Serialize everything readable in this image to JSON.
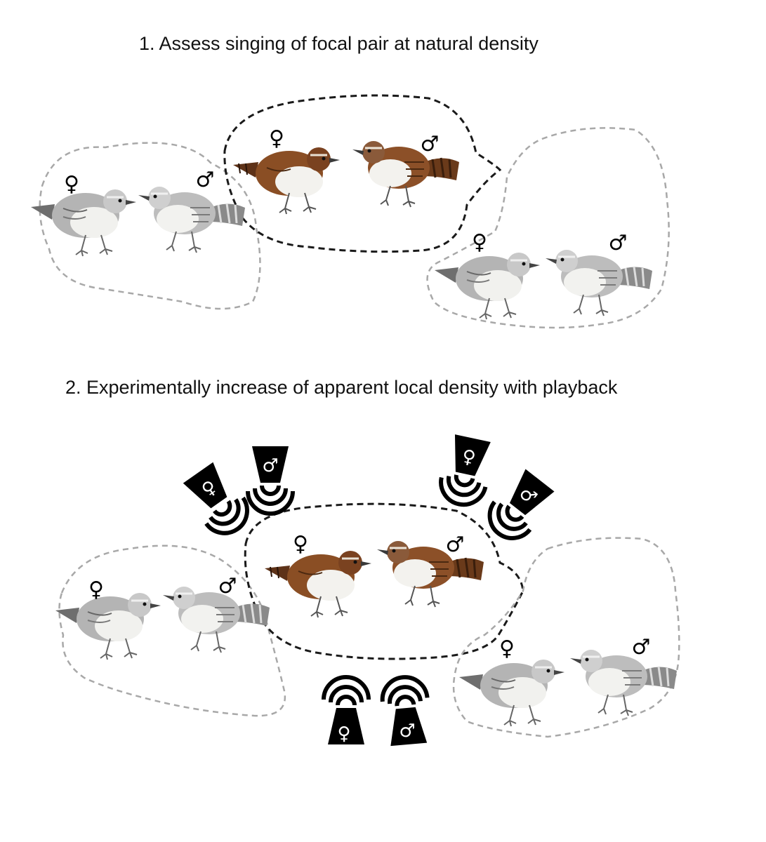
{
  "steps": [
    {
      "label": "1. Assess singing of focal pair at natural density"
    },
    {
      "label": "2. Experimentally increase of apparent local density with playback"
    }
  ],
  "symbols": {
    "female": "♀",
    "male": "♂"
  },
  "colors": {
    "focal_boundary": "#1a1a1a",
    "neighbor_boundary": "#a8a8a8",
    "speaker": "#000000",
    "focal_bird_back": "#8a4e24",
    "neighbor_bird_back": "#8c8c8c",
    "bird_belly": "#f2f2ee"
  },
  "icons": [
    "territory-boundary",
    "wren-bird",
    "speaker-icon",
    "sound-wave-icon",
    "female-symbol",
    "male-symbol"
  ]
}
